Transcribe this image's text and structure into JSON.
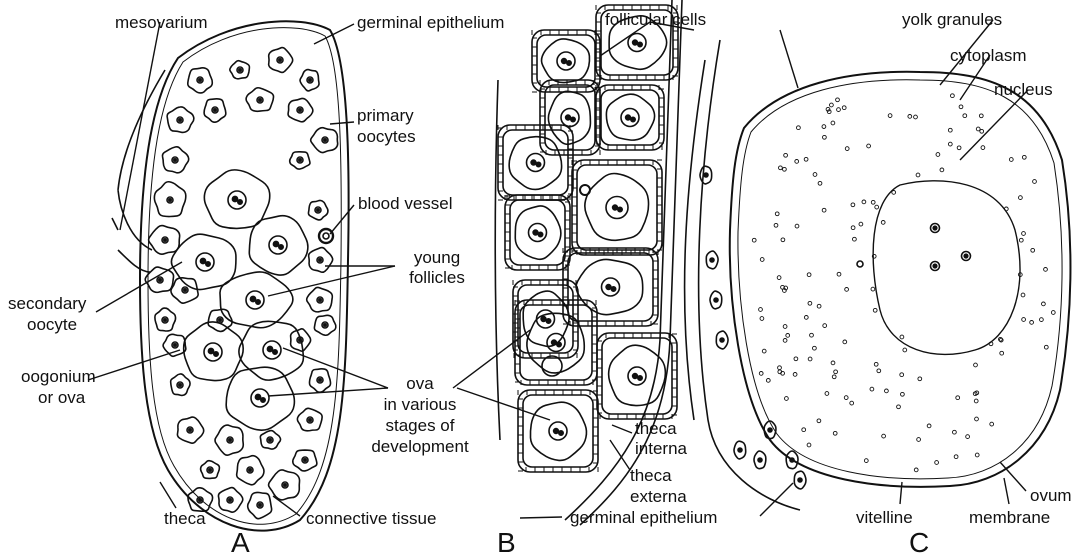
{
  "labels": {
    "mesovarium": "mesovarium",
    "germinal_epithelium_top": "germinal  epithelium",
    "primary_oocytes": [
      "primary",
      "oocytes"
    ],
    "blood_vessel_a": "blood  vessel",
    "young_follicles": [
      "young",
      "follicles"
    ],
    "secondary_oocyte": [
      "secondary",
      "oocyte"
    ],
    "oogonium_or_ova": [
      "oogonium",
      "or ova"
    ],
    "ova_stages": [
      "ova",
      "in  various",
      "stages  of",
      "development"
    ],
    "theca": "theca",
    "connective_tissue": "connective  tissue",
    "follicular_cells": "follicular  cells",
    "theca_interna": [
      "theca",
      "interna"
    ],
    "theca_externa": [
      "theca",
      "externa"
    ],
    "germinal_epithelium_bottom": "germinal epithelium",
    "yolk_granules": "yolk  granules",
    "cytoplasm": "cytoplasm",
    "nucleus": "nucleus",
    "ovum": "ovum",
    "vitelline": "vitelline",
    "membrane": "membrane"
  },
  "panels": [
    "A",
    "B",
    "C"
  ],
  "colors": {
    "ink": "#111111",
    "background": "#ffffff"
  }
}
